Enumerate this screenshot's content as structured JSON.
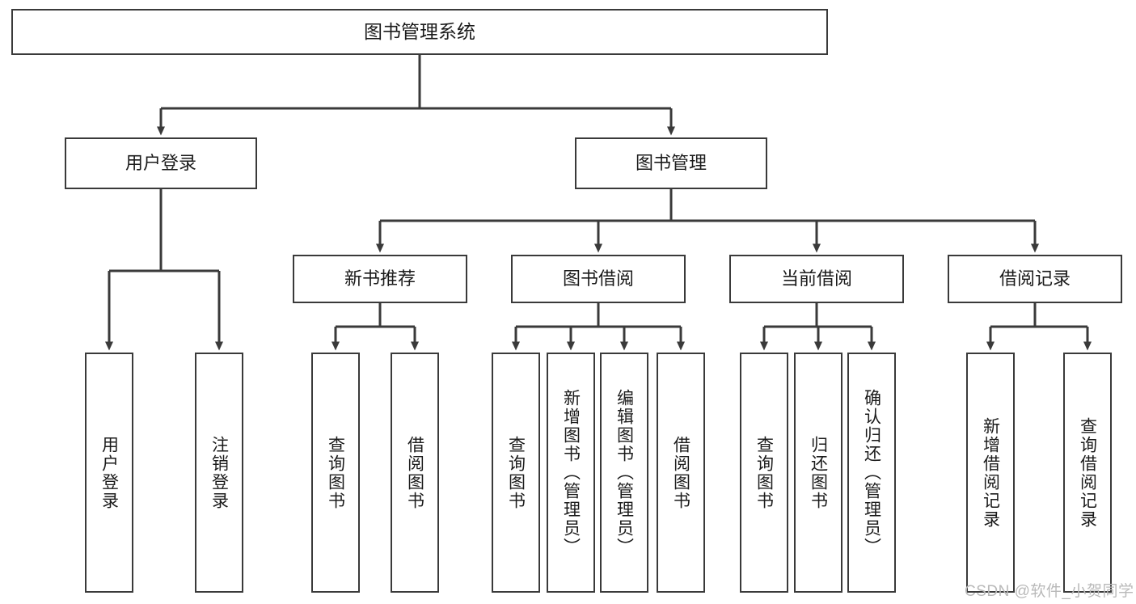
{
  "diagram": {
    "title": "图书管理系统",
    "type": "tree-hierarchy",
    "watermark": "CSDN @软件_小贺同学",
    "colors": {
      "box_border": "#3a3a3a",
      "box_fill": "#ffffff",
      "connector": "#3a3a3a",
      "text": "#1b1b1b",
      "watermark": "#b9b9b9",
      "background": "#ffffff"
    },
    "root": {
      "label": "图书管理系统"
    },
    "level2": [
      {
        "label": "用户登录"
      },
      {
        "label": "图书管理"
      }
    ],
    "level3": [
      {
        "label": "新书推荐"
      },
      {
        "label": "图书借阅"
      },
      {
        "label": "当前借阅"
      },
      {
        "label": "借阅记录"
      }
    ],
    "leaves": {
      "user_login": [
        {
          "label": "用户登录"
        },
        {
          "label": "注销登录"
        }
      ],
      "new_book_recommend": [
        {
          "label": "查询图书"
        },
        {
          "label": "借阅图书"
        }
      ],
      "book_borrow": [
        {
          "label": "查询图书"
        },
        {
          "label": "新增图书（管理员）"
        },
        {
          "label": "编辑图书（管理员）"
        },
        {
          "label": "借阅图书"
        }
      ],
      "current_borrow": [
        {
          "label": "查询图书"
        },
        {
          "label": "归还图书"
        },
        {
          "label": "确认归还（管理员）"
        }
      ],
      "borrow_record": [
        {
          "label": "新增借阅记录"
        },
        {
          "label": "查询借阅记录"
        }
      ]
    }
  }
}
